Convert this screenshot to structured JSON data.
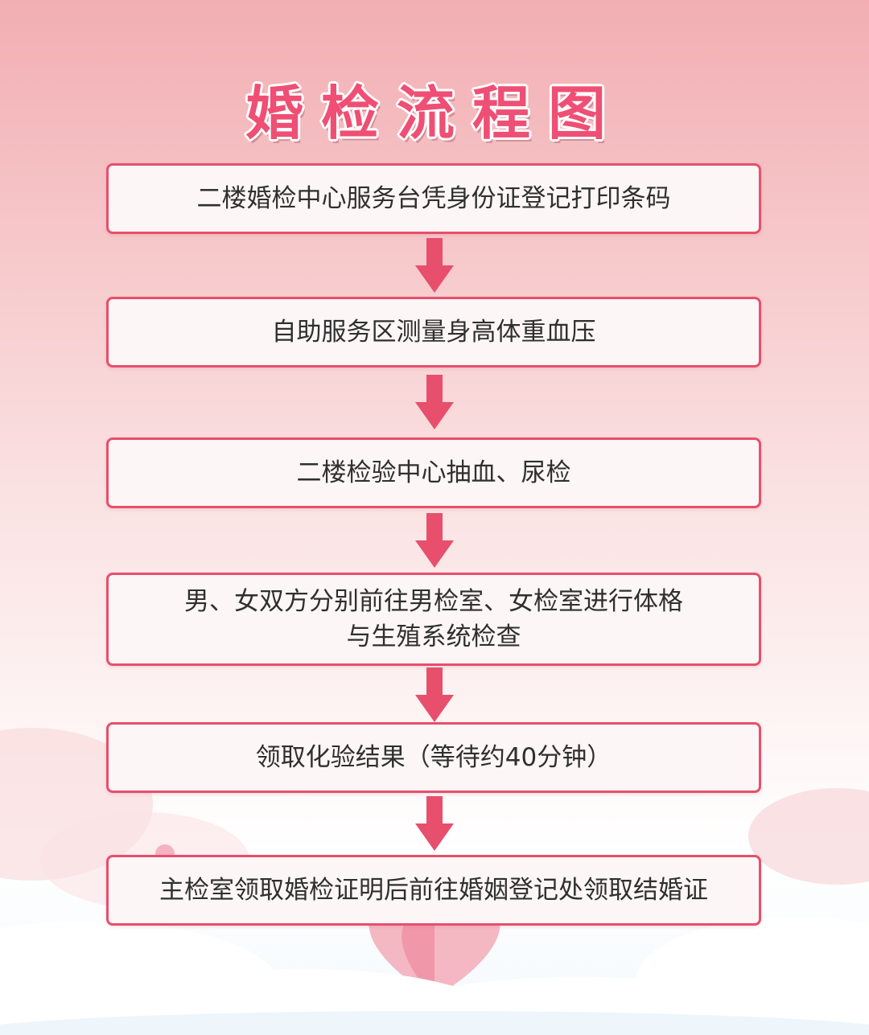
{
  "title": "婚检流程图",
  "steps": [
    {
      "label": "二楼婚检中心服务台凭身份证登记打印条码"
    },
    {
      "label": "自助服务区测量身高体重血压"
    },
    {
      "label": "二楼检验中心抽血、尿检"
    },
    {
      "label": "男、女双方分别前往男检室、女检室进行体格\n与生殖系统检查"
    },
    {
      "label": "领取化验结果（等待约40分钟）"
    },
    {
      "label": "主检室领取婚检证明后前往婚姻登记处领取结婚证"
    }
  ],
  "colors": {
    "accent": "#e74f6c",
    "title": "#ef4f74",
    "box_fill": "#fdf6f6",
    "text": "#2f2f2f"
  }
}
